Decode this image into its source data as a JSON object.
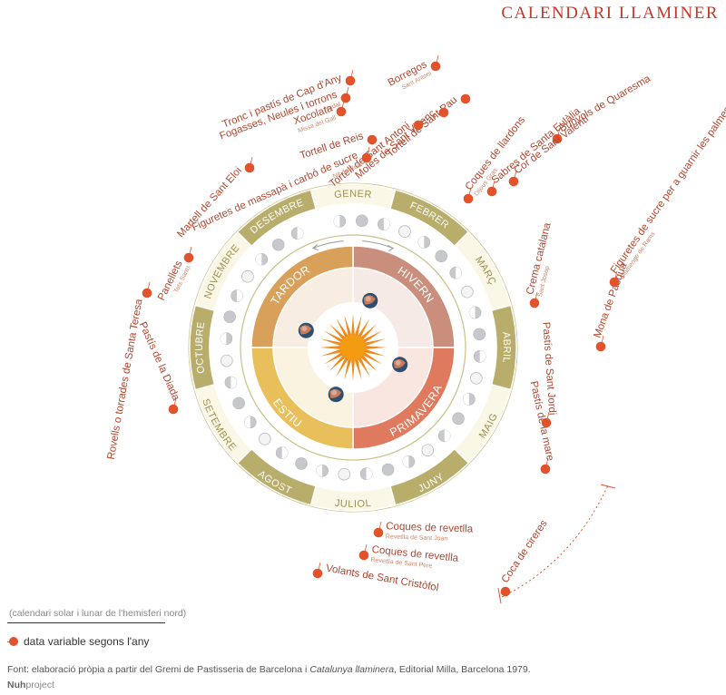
{
  "title": "CALENDARI LLAMINER",
  "note": "(calendari solar i lunar de l'hemisferi nord)",
  "legend_text": "data variable segons l'any",
  "source": {
    "prefix": "Font: elaboració pròpia a partir del Gremi de Pastisseria de Barcelona i ",
    "book": "Catalunya llaminera",
    "suffix": ", Editorial Milla, Barcelona 1979."
  },
  "brand": {
    "bold": "Nuh",
    "rest": "project"
  },
  "colors": {
    "accent_red": "#c0392b",
    "dot": "#e2522b",
    "ring_gold": "#b8ad6a",
    "ring_cream": "#fbf7e6",
    "winter": "#c98f7c",
    "spring": "#e07a5f",
    "summer": "#e9bf5b",
    "autumn": "#d8a05a",
    "sun": "#f08a1c",
    "moon": "#c7c8cc"
  },
  "seasons": [
    "HIVERN",
    "PRIMAVERA",
    "ESTIU",
    "TARDOR"
  ],
  "months": [
    "GENER",
    "FEBRER",
    "MARÇ",
    "ABRIL",
    "MAIG",
    "JUNY",
    "JULIOL",
    "AGOST",
    "SETEMBRE",
    "OCTUBRE",
    "NOVEMBRE",
    "DESEMBRE"
  ],
  "cakes": [
    {
      "name": "Tortell de Sant Pau",
      "variable": false
    },
    {
      "name": "Borregos",
      "sub": "Sant Antoni",
      "variable": true
    },
    {
      "name": "Moles de Sant Vicenç",
      "variable": false
    },
    {
      "name": "Tortell de Sant Antoni",
      "variable": false
    },
    {
      "name": "Tortell de Reis",
      "variable": false
    },
    {
      "name": "Figuretes de massapà i carbó de sucre",
      "sub": "Nit de Reis",
      "variable": true
    },
    {
      "name": "Tronc i pastís de Cap d'Any",
      "variable": true
    },
    {
      "name": "Fogasses, Neules i torrons",
      "sub": "Nadal",
      "variable": true
    },
    {
      "name": "Xocolata",
      "sub": "Missa del Gall",
      "variable": true
    },
    {
      "name": "Martell de Sant Eloi",
      "variable": true
    },
    {
      "name": "Panellets",
      "sub": "Tots Sants",
      "variable": true
    },
    {
      "name": "Rovells o torrades de Santa Teresa",
      "variable": true
    },
    {
      "name": "Pastís de la Diada",
      "variable": true
    },
    {
      "name": "Volants de Sant Cristòfol",
      "variable": true
    },
    {
      "name": "Coques de revetlla",
      "sub": "Revetlla de Sant Pere",
      "variable": true
    },
    {
      "name": "Coques de revetlla",
      "sub": "Revetlla de Sant Joan",
      "variable": true
    },
    {
      "name": "Coca de cireres",
      "variable": false
    },
    {
      "name": "Pastís de la mare",
      "variable": true
    },
    {
      "name": "Pastís de Sant Jordi",
      "variable": true
    },
    {
      "name": "Mona de Pasqua",
      "variable": true
    },
    {
      "name": "Crema catalana",
      "sub": "Sant Josep",
      "variable": true
    },
    {
      "name": "Figuretes de sucre per a guarnir les palmes",
      "sub": "Diumenge de Rams",
      "variable": true
    },
    {
      "name": "Bunyols de Quaresma",
      "variable": true
    },
    {
      "name": "Coques de llardons",
      "sub": "Dijous Gras",
      "variable": true
    },
    {
      "name": "Sabres de Santa Eulàlia",
      "variable": true
    },
    {
      "name": "Cor de Sant Valentí",
      "variable": true
    }
  ]
}
